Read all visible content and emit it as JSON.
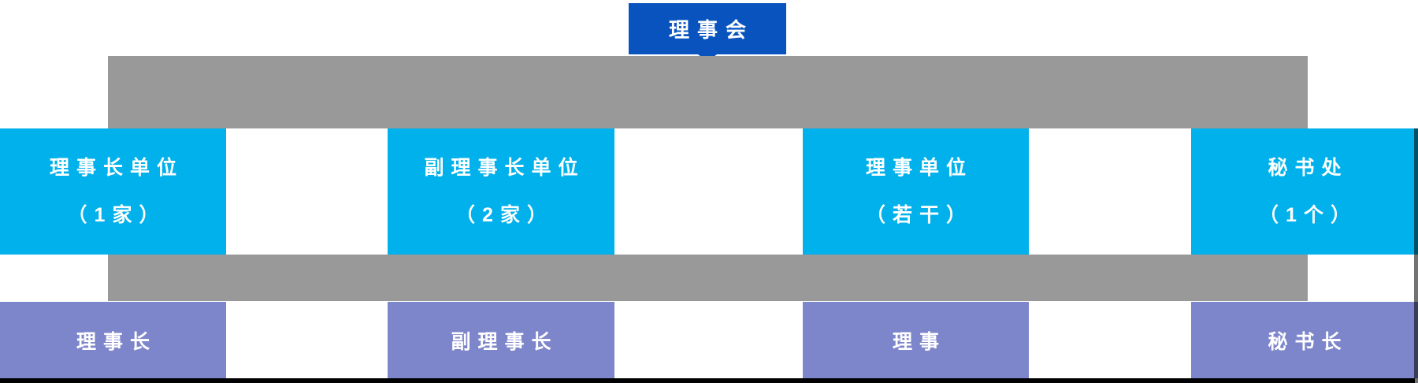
{
  "org_chart": {
    "root": {
      "label": "理事会"
    },
    "tier_units": [
      {
        "line1": "理事长单位",
        "line2": "（1家）"
      },
      {
        "line1": "副理事长单位",
        "line2": "（2家）"
      },
      {
        "line1": "理事单位",
        "line2": "（若干）"
      },
      {
        "line1": "秘书处",
        "line2": "（1个）"
      }
    ],
    "tier_roles": [
      {
        "label": "理事长"
      },
      {
        "label": "副理事长"
      },
      {
        "label": "理事"
      },
      {
        "label": "秘书长"
      }
    ],
    "colors": {
      "root_blue": "#0853BE",
      "unit_cyan": "#00B1EB",
      "role_purple": "#7E86CB",
      "connector_gray": "#999999",
      "baseline_black": "#000000"
    }
  }
}
